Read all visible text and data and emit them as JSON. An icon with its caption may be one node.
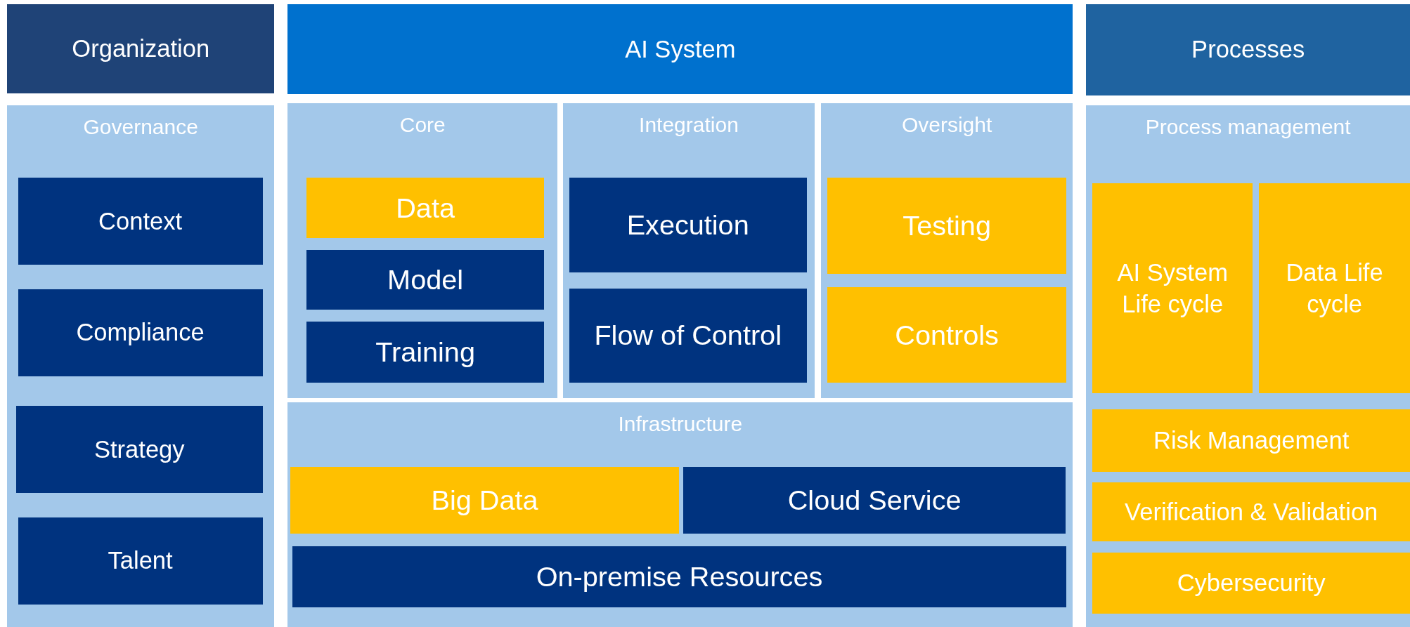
{
  "diagram": {
    "nodes": [
      {
        "text": [
          "Organization"
        ]
      },
      {
        "text": [
          "AI System"
        ]
      },
      {
        "text": [
          "Processes"
        ]
      },
      {
        "text": [
          "Governance"
        ]
      },
      {
        "text": [
          "Context"
        ],
        "in": 3
      },
      {
        "text": [
          "Compliance"
        ],
        "in": 3
      },
      {
        "text": [
          "Strategy"
        ],
        "in": 3
      },
      {
        "text": [
          "Talent"
        ],
        "in": 3
      },
      {
        "text": [
          "Core"
        ]
      },
      {
        "text": [
          "Data"
        ],
        "in": 8
      },
      {
        "text": [
          "Model"
        ],
        "in": 8
      },
      {
        "text": [
          "Training"
        ],
        "in": 8
      },
      {
        "text": [
          "Integration"
        ]
      },
      {
        "text": [
          "Execution"
        ],
        "in": 12
      },
      {
        "text": [
          "Flow of Control"
        ],
        "in": 12
      },
      {
        "text": [
          "Oversight"
        ]
      },
      {
        "text": [
          "Testing"
        ],
        "in": 15
      },
      {
        "text": [
          "Controls"
        ],
        "in": 15
      },
      {
        "text": [
          "Infrastructure"
        ]
      },
      {
        "text": [
          "Big Data"
        ],
        "in": 18
      },
      {
        "text": [
          "Cloud Service"
        ],
        "in": 18
      },
      {
        "text": [
          "On-premise Resources"
        ],
        "in": 18
      },
      {
        "text": [
          "Process management"
        ]
      },
      {
        "text": [
          "AI System Life cycle"
        ],
        "in": 22
      },
      {
        "text": [
          "Data Life cycle"
        ],
        "in": 22
      },
      {
        "text": [
          "Risk Management"
        ],
        "in": 22
      },
      {
        "text": [
          "Verification & Validation"
        ],
        "in": 22
      },
      {
        "text": [
          "Cybersecurity"
        ],
        "in": 22
      }
    ]
  }
}
